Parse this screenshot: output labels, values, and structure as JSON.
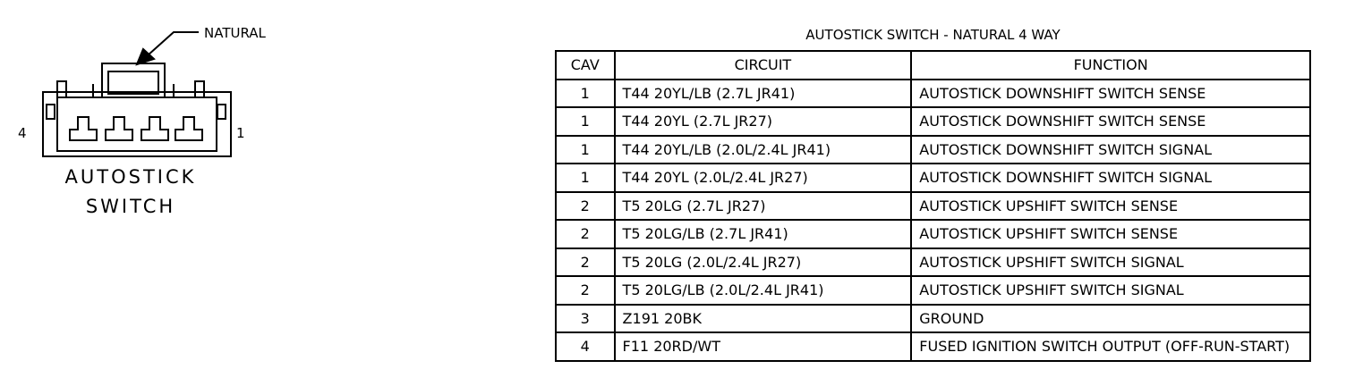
{
  "connector": {
    "color_callout": "NATURAL",
    "left_pin": "4",
    "right_pin": "1",
    "name_line1": "AUTOSTICK",
    "name_line2": "SWITCH"
  },
  "table": {
    "title": "AUTOSTICK SWITCH - NATURAL 4 WAY",
    "headers": {
      "cav": "CAV",
      "circuit": "CIRCUIT",
      "function": "FUNCTION"
    },
    "rows": [
      {
        "cav": "1",
        "circuit": "T44 20YL/LB (2.7L JR41)",
        "function": "AUTOSTICK DOWNSHIFT SWITCH SENSE"
      },
      {
        "cav": "1",
        "circuit": "T44 20YL (2.7L JR27)",
        "function": "AUTOSTICK DOWNSHIFT SWITCH SENSE"
      },
      {
        "cav": "1",
        "circuit": "T44 20YL/LB (2.0L/2.4L JR41)",
        "function": "AUTOSTICK DOWNSHIFT SWITCH SIGNAL"
      },
      {
        "cav": "1",
        "circuit": "T44 20YL (2.0L/2.4L JR27)",
        "function": "AUTOSTICK DOWNSHIFT SWITCH SIGNAL"
      },
      {
        "cav": "2",
        "circuit": "T5 20LG (2.7L JR27)",
        "function": "AUTOSTICK UPSHIFT SWITCH SENSE"
      },
      {
        "cav": "2",
        "circuit": "T5 20LG/LB (2.7L JR41)",
        "function": "AUTOSTICK UPSHIFT SWITCH SENSE"
      },
      {
        "cav": "2",
        "circuit": "T5 20LG (2.0L/2.4L JR27)",
        "function": "AUTOSTICK UPSHIFT SWITCH SIGNAL"
      },
      {
        "cav": "2",
        "circuit": "T5 20LG/LB (2.0L/2.4L JR41)",
        "function": "AUTOSTICK UPSHIFT SWITCH SIGNAL"
      },
      {
        "cav": "3",
        "circuit": "Z191 20BK",
        "function": "GROUND"
      },
      {
        "cav": "4",
        "circuit": "F11 20RD/WT",
        "function": "FUSED IGNITION SWITCH OUTPUT (OFF-RUN-START)"
      }
    ]
  }
}
